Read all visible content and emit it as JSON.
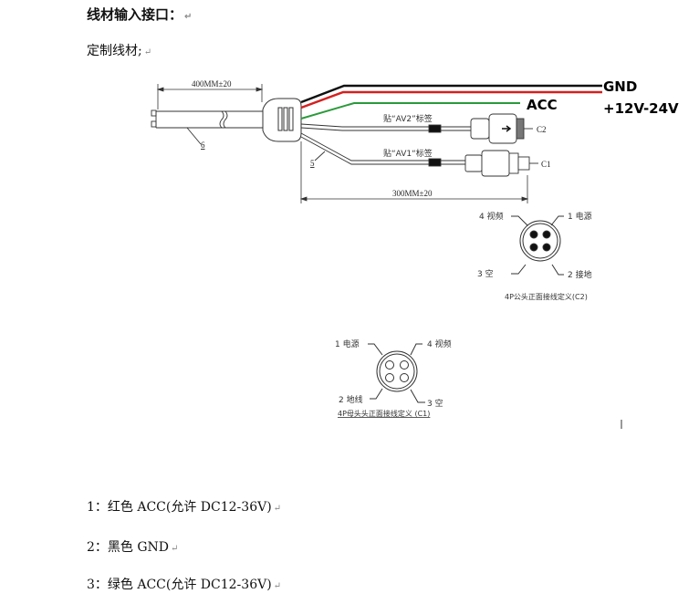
{
  "heading": "线材输入接口：",
  "subheading": "定制线材;",
  "diagram": {
    "dim_400": "400MM±20",
    "dim_300": "300MM±20",
    "label_6": "6",
    "label_5": "5",
    "av2_tag": "贴“AV2”标签",
    "av1_tag": "贴“AV1“标签",
    "c2": "C2",
    "c1": "C1",
    "gnd": "GND",
    "acc": "ACC",
    "voltage": "+12V-24V",
    "colors": {
      "black": "#111111",
      "red": "#d42020",
      "green": "#2a9a3a"
    },
    "c2_pinout": {
      "pin4": "4 视频",
      "pin1": "1 电源",
      "pin3": "3 空",
      "pin2": "2 接地",
      "caption": "4P公头正面接线定义(C2)"
    },
    "c1_pinout": {
      "pin1": "1 电源",
      "pin4": "4 视频",
      "pin2": "2 地线",
      "pin3": "3 空",
      "caption": "4P母头头正面接线定义 (C1)"
    }
  },
  "lines": [
    "1：红色 ACC(允许 DC12-36V)",
    "2：黑色 GND",
    "3：绿色 ACC(允许 DC12-36V)"
  ],
  "para_mark": "↵"
}
